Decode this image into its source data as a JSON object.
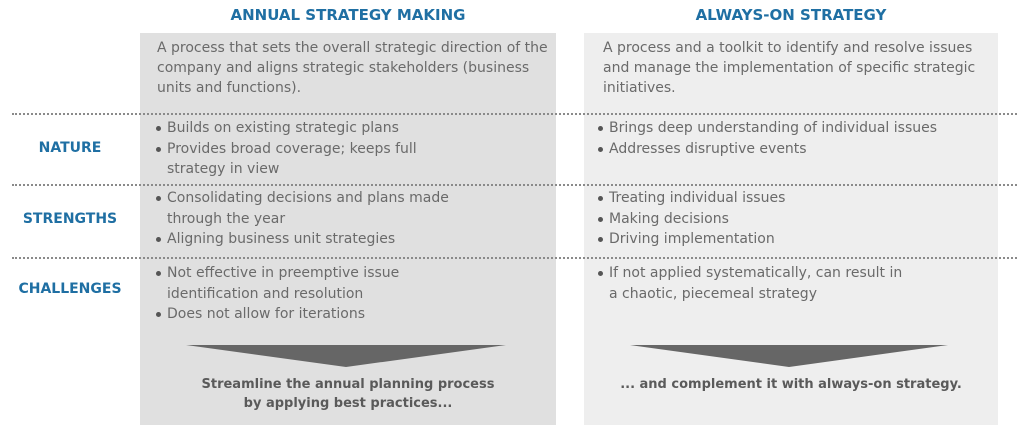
{
  "columns": {
    "left": {
      "title": "ANNUAL STRATEGY MAKING",
      "description": "A process that sets the overall strategic direction of the company and aligns strategic stakeholders (business units and functions).",
      "nature": [
        "Builds on existing strategic plans",
        "Provides broad coverage; keeps full strategy in view"
      ],
      "strengths": [
        "Consolidating decisions and plans made through the year",
        "Aligning business unit strategies"
      ],
      "challenges": [
        "Not effective in preemptive issue identification and resolution",
        "Does not allow for iterations"
      ],
      "conclusion_line1": "Streamline the annual planning process",
      "conclusion_line2": "by applying best practices..."
    },
    "right": {
      "title": "ALWAYS-ON STRATEGY",
      "description": "A process and a toolkit to identify and resolve issues and manage the implementation of specific strategic initiatives.",
      "nature": [
        "Brings deep understanding of individual issues",
        "Addresses disruptive events"
      ],
      "strengths": [
        "Treating individual issues",
        "Making decisions",
        "Driving implementation"
      ],
      "challenges": [
        "If not applied systematically, can result in a chaotic, piecemeal strategy"
      ],
      "conclusion_line1": "... and complement it with always-on strategy."
    }
  },
  "rows": {
    "nature": "NATURE",
    "strengths": "STRENGTHS",
    "challenges": "CHALLENGES"
  },
  "colors": {
    "accent": "#1f6fa3",
    "left_panel": "#e0e0e0",
    "right_panel": "#eeeeee",
    "arrow": "#666666",
    "text": "#6a6a6a"
  }
}
